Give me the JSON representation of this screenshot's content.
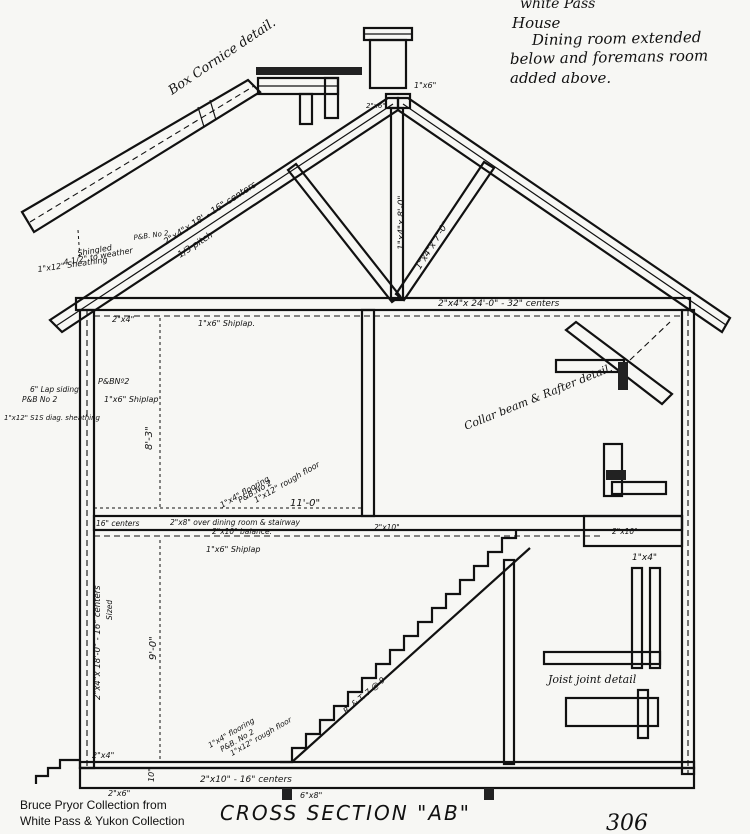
{
  "notes": {
    "line0": "white Pass",
    "line1": "House",
    "line2": "Dining room extended",
    "line3": "below and foremans room",
    "line4": "added above."
  },
  "title": "CROSS SECTION \"AB\"",
  "sheet_number": "306",
  "credit": {
    "line1": "Bruce Pryor Collection from",
    "line2": "White Pass & Yukon Collection"
  },
  "labels": {
    "box_cornice": "Box Cornice detail.",
    "chimney_flash": "1\"x6\"",
    "ridge_label": "2\"x6\"",
    "king_post": "1\"x4\"x 8'-0\"",
    "strut": "1\"x4\"x 7'-0\"",
    "rafters": "2\"x4\"x 18' - 16\" centers",
    "pitch": "1/3 pitch",
    "pb_roof": "P&B. No 2",
    "shingled": "Shingled",
    "shingle_weather": "4 1/2\" to weather",
    "roof_sheathing": "1\"x12\" Sheathing",
    "ceiling_joists": "2\"x4\"x 24'-0\" - 32\" centers",
    "plate": "2\"x4\"",
    "shiplap_upper": "1\"x6\" Shiplap.",
    "lap_siding": "6\" Lap siding",
    "pb_wall": "P&B No 2",
    "sheathing_diag": "1\"x12\" S1S diag. sheathing",
    "pbn2": "P&BNº2",
    "shiplap_wall": "1\"x6\" Shiplap",
    "upper_height": "8'-3\"",
    "collar_detail": "Collar beam & Rafter detail.",
    "flooring_upper": "1\"x4\" flooring",
    "pb_floor": "P&B.No 2",
    "rough_upper": "1\"x12\" rough floor",
    "room_width": "11'-0\"",
    "centers_label": "16\" centers",
    "floor_joists": "2\"x8\" over dining room & stairway",
    "balance": "2\"x10\" balance.",
    "joist_2x10_left": "2\"x10\"",
    "joist_2x10_right": "2\"x10\"",
    "shiplap_lower": "1\"x6\" Shiplap",
    "studs": "2\"x4\"x 18'-0\" - 16\" centers",
    "sized": "Sized",
    "lower_height": "9'-0\"",
    "one_by_four": "1\"x4\"",
    "joist_detail": "Joist joint detail",
    "stair_label": "R. & T. 7 @ 9",
    "flooring_lower": "1\"x4\" flooring",
    "pb_lower": "P&B. No 2",
    "rough_lower": "1\"x12\" rough floor",
    "sill_2x4": "2\"x4\"",
    "sill_2x6": "2\"x6\"",
    "floor_joists_lower": "2\"x10\" - 16\" centers",
    "post": "6\"x8\"",
    "ten_inch": "10\""
  }
}
